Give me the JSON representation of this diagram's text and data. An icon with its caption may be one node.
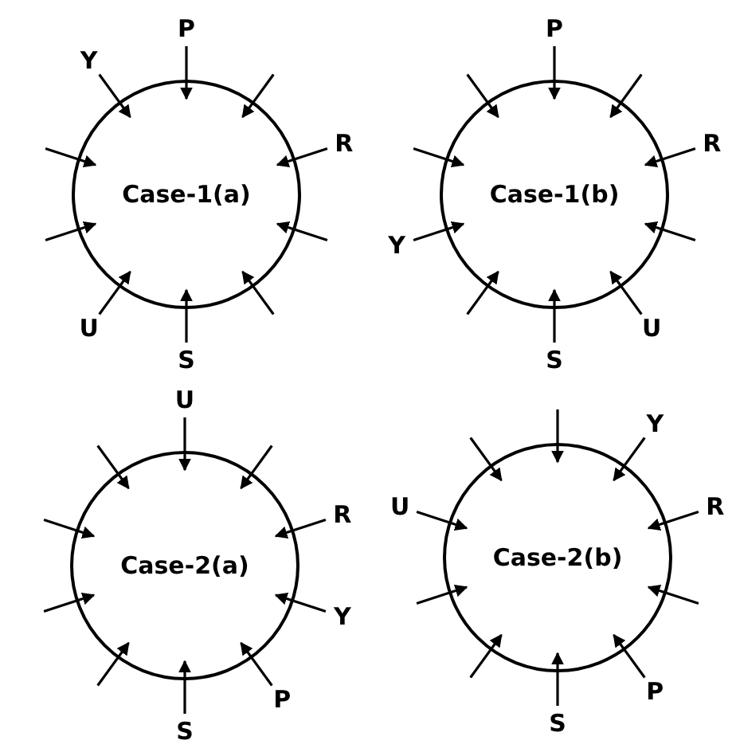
{
  "diagram": {
    "nodes": [
      {
        "text": [
          "Case-1(a)"
        ]
      },
      {
        "text": [
          "P"
        ]
      },
      {
        "text": [
          "Y"
        ]
      },
      {
        "text": [
          "R"
        ]
      },
      {
        "text": [
          "U"
        ]
      },
      {
        "text": [
          "S"
        ]
      },
      {
        "text": [
          "Case-1(b)"
        ]
      },
      {
        "text": [
          "P"
        ]
      },
      {
        "text": [
          "R"
        ]
      },
      {
        "text": [
          "Y"
        ]
      },
      {
        "text": [
          "U"
        ]
      },
      {
        "text": [
          "S"
        ]
      },
      {
        "text": [
          "Case-2(a)"
        ]
      },
      {
        "text": [
          "U"
        ]
      },
      {
        "text": [
          "R"
        ]
      },
      {
        "text": [
          "Y"
        ]
      },
      {
        "text": [
          "P"
        ]
      },
      {
        "text": [
          "S"
        ]
      },
      {
        "text": [
          "Case-2(b)"
        ]
      },
      {
        "text": [
          "Y"
        ]
      },
      {
        "text": [
          "R"
        ]
      },
      {
        "text": [
          "U"
        ]
      },
      {
        "text": [
          "P"
        ]
      },
      {
        "text": [
          "S"
        ]
      }
    ],
    "edges": [
      {
        "from": 1,
        "to": 0,
        "arrow": "to"
      },
      {
        "from": null,
        "to": 0,
        "arrow": "to"
      },
      {
        "from": 3,
        "to": 0,
        "arrow": "to"
      },
      {
        "from": null,
        "to": 0,
        "arrow": "to"
      },
      {
        "from": null,
        "to": 0,
        "arrow": "to"
      },
      {
        "from": 5,
        "to": 0,
        "arrow": "to"
      },
      {
        "from": 4,
        "to": 0,
        "arrow": "to"
      },
      {
        "from": null,
        "to": 0,
        "arrow": "to"
      },
      {
        "from": null,
        "to": 0,
        "arrow": "to"
      },
      {
        "from": 2,
        "to": 0,
        "arrow": "to"
      },
      {
        "from": 7,
        "to": 6,
        "arrow": "to"
      },
      {
        "from": null,
        "to": 6,
        "arrow": "to"
      },
      {
        "from": 8,
        "to": 6,
        "arrow": "to"
      },
      {
        "from": null,
        "to": 6,
        "arrow": "to"
      },
      {
        "from": 10,
        "to": 6,
        "arrow": "to"
      },
      {
        "from": 11,
        "to": 6,
        "arrow": "to"
      },
      {
        "from": null,
        "to": 6,
        "arrow": "to"
      },
      {
        "from": 9,
        "to": 6,
        "arrow": "to"
      },
      {
        "from": null,
        "to": 6,
        "arrow": "to"
      },
      {
        "from": null,
        "to": 6,
        "arrow": "to"
      },
      {
        "from": 13,
        "to": 12,
        "arrow": "to"
      },
      {
        "from": null,
        "to": 12,
        "arrow": "to"
      },
      {
        "from": 14,
        "to": 12,
        "arrow": "to"
      },
      {
        "from": 15,
        "to": 12,
        "arrow": "to"
      },
      {
        "from": 16,
        "to": 12,
        "arrow": "to"
      },
      {
        "from": 17,
        "to": 12,
        "arrow": "to"
      },
      {
        "from": null,
        "to": 12,
        "arrow": "to"
      },
      {
        "from": null,
        "to": 12,
        "arrow": "to"
      },
      {
        "from": null,
        "to": 12,
        "arrow": "to"
      },
      {
        "from": null,
        "to": 12,
        "arrow": "to"
      },
      {
        "from": null,
        "to": 18,
        "arrow": "to"
      },
      {
        "from": 19,
        "to": 18,
        "arrow": "to"
      },
      {
        "from": 20,
        "to": 18,
        "arrow": "to"
      },
      {
        "from": null,
        "to": 18,
        "arrow": "to"
      },
      {
        "from": 22,
        "to": 18,
        "arrow": "to"
      },
      {
        "from": 23,
        "to": 18,
        "arrow": "to"
      },
      {
        "from": null,
        "to": 18,
        "arrow": "to"
      },
      {
        "from": null,
        "to": 18,
        "arrow": "to"
      },
      {
        "from": 21,
        "to": 18,
        "arrow": "to"
      },
      {
        "from": null,
        "to": 18,
        "arrow": "to"
      }
    ]
  }
}
